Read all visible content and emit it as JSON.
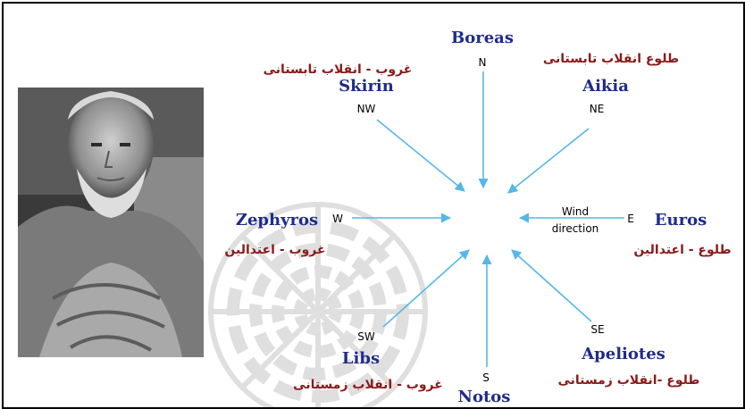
{
  "colors": {
    "wind_name": "#1f2c8a",
    "persian_text": "#8b1a1a",
    "arrow": "#56b7e8",
    "watermark": "#d6d6d6",
    "border": "#000000"
  },
  "portrait": {
    "icon": "aristotle-bust-portrait"
  },
  "watermark": {
    "icon": "rosette-watermark"
  },
  "winds": {
    "n": {
      "name": "Boreas",
      "code": "N",
      "persian": ""
    },
    "ne": {
      "name": "Aikia",
      "code": "NE",
      "persian": "طلوع انقلاب تابستانی"
    },
    "e": {
      "name": "Euros",
      "code": "E",
      "persian": "طلوع - اعتدالین"
    },
    "se": {
      "name": "Apeliotes",
      "code": "SE",
      "persian": "طلوع -انقلاب زمستانی"
    },
    "s": {
      "name": "Notos",
      "code": "S",
      "persian": ""
    },
    "sw": {
      "name": "Libs",
      "code": "SW",
      "persian": "غروب - انقلاب زمستانی"
    },
    "w": {
      "name": "Zephyros",
      "code": "W",
      "persian": "غروب - اعتدالین"
    },
    "nw": {
      "name": "Skirin",
      "code": "NW",
      "persian": "غروب - انقلاب تابستانی"
    }
  },
  "wind_direction_label": {
    "line1": "Wind",
    "line2": "direction"
  }
}
